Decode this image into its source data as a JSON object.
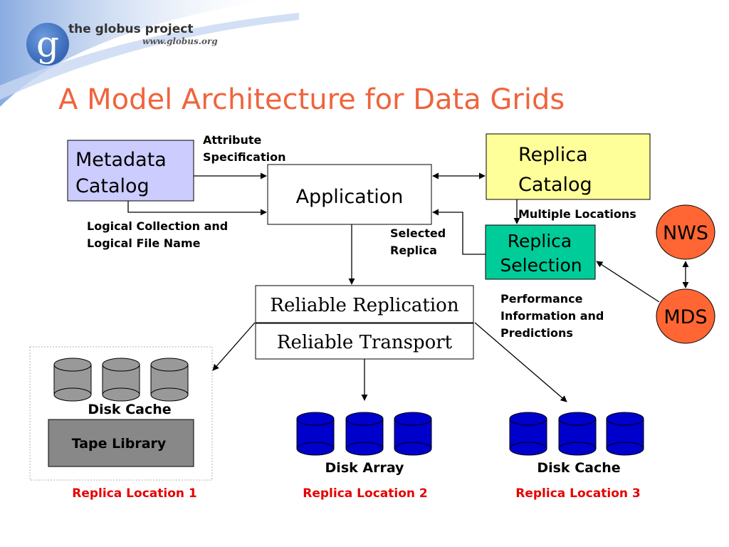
{
  "logo": {
    "letter": "g",
    "name": "the globus project",
    "url": "www.globus.org"
  },
  "title": "A Model Architecture for Data Grids",
  "boxes": {
    "metadata_catalog": [
      "Metadata",
      "Catalog"
    ],
    "application": "Application",
    "replica_catalog": [
      "Replica",
      "Catalog"
    ],
    "replica_selection": [
      "Replica",
      "Selection"
    ],
    "reliable_replication": "Reliable Replication",
    "reliable_transport": "Reliable Transport",
    "nws": "NWS",
    "mds": "MDS",
    "tape_library": "Tape Library"
  },
  "labels": {
    "attribute_specification": [
      "Attribute",
      "Specification"
    ],
    "logical_collection": [
      "Logical Collection and",
      "Logical File Name"
    ],
    "selected_replica": [
      "Selected",
      "Replica"
    ],
    "multiple_locations": "Multiple Locations",
    "performance_info": [
      "Performance",
      "Information and",
      "Predictions"
    ],
    "disk_cache_1": "Disk Cache",
    "disk_array": "Disk Array",
    "disk_cache_3": "Disk Cache"
  },
  "locations": [
    "Replica Location 1",
    "Replica Location 2",
    "Replica Location 3"
  ],
  "colors": {
    "title": "#f0643c",
    "metadata_fill": "#ccccff",
    "replica_catalog_fill": "#ffff99",
    "replica_selection_fill": "#00cc99",
    "service_fill": "#ff6633",
    "disk_gray": "#999999",
    "disk_blue": "#0000cc",
    "tape_fill": "#888888",
    "location_red": "#e60000",
    "accent_blue": "#5b8fd6"
  },
  "icons": {
    "disk": "cylinder-icon",
    "logo": "globus-logo-icon"
  }
}
